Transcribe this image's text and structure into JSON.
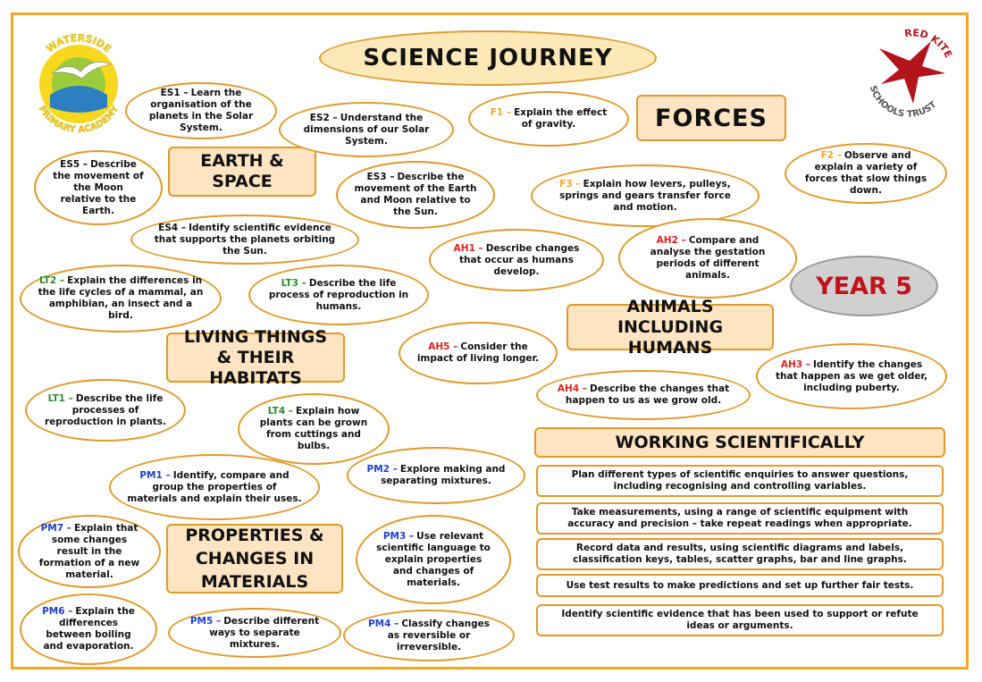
{
  "title": "SCIENCE JOURNEY",
  "year": "YEAR 5",
  "logos": {
    "left": {
      "top_text": "WATERSIDE",
      "bottom_text": "PRIMARY ACADEMY"
    },
    "right": {
      "top_text": "RED KITE",
      "bottom_text": "SCHOOLS TRUST"
    }
  },
  "headings": {
    "forces": "FORCES",
    "earth_space": "EARTH & SPACE",
    "animals": "ANIMALS INCLUDING HUMANS",
    "living_things": "LIVING THINGS & THEIR HABITATS",
    "materials": "PROPERTIES & CHANGES IN MATERIALS",
    "working": "WORKING SCIENTIFICALLY"
  },
  "objectives": {
    "ES1": {
      "code": "ES1 –",
      "text": "Learn the organisation of the planets in the Solar System."
    },
    "ES2": {
      "code": "ES2 –",
      "text": "Understand the dimensions of our Solar System."
    },
    "ES3": {
      "code": "ES3 –",
      "text": "Describe the movement of the Earth and Moon relative to the Sun."
    },
    "ES4": {
      "code": "ES4 –",
      "text": "Identify scientific evidence that supports the planets orbiting the Sun."
    },
    "ES5": {
      "code": "ES5 –",
      "text": "Describe the movement of the Moon relative to the Earth."
    },
    "F1": {
      "code": "F1 –",
      "text": "Explain the effect of gravity."
    },
    "F2": {
      "code": "F2 –",
      "text": "Observe and explain a variety of forces that slow things down."
    },
    "F3": {
      "code": "F3 –",
      "text": "Explain how levers, pulleys, springs and gears transfer force and motion."
    },
    "AH1": {
      "code": "AH1 –",
      "text": "Describe changes that occur as humans develop."
    },
    "AH2": {
      "code": "AH2 –",
      "text": "Compare and analyse the gestation periods of different animals."
    },
    "AH3": {
      "code": "AH3 –",
      "text": "Identify the changes that happen as we get older, including puberty."
    },
    "AH4": {
      "code": "AH4 –",
      "text": "Describe the changes that happen to us as we grow old."
    },
    "AH5": {
      "code": "AH5 –",
      "text": "Consider the impact of living longer."
    },
    "LT1": {
      "code": "LT1 –",
      "text": "Describe the life processes of reproduction in plants."
    },
    "LT2": {
      "code": "LT2 –",
      "text": "Explain the differences in the life cycles of a mammal, an amphibian, an insect and a bird."
    },
    "LT3": {
      "code": "LT3 –",
      "text": "Describe the life process of reproduction in humans."
    },
    "LT4": {
      "code": "LT4 –",
      "text": "Explain how plants can be grown from cuttings and bulbs."
    },
    "PM1": {
      "code": "PM1 –",
      "text": "Identify, compare and group the properties of materials and explain their uses."
    },
    "PM2": {
      "code": "PM2 –",
      "text": "Explore making and separating mixtures."
    },
    "PM3": {
      "code": "PM3 –",
      "text": "Use relevant scientific language to explain properties and changes of materials."
    },
    "PM4": {
      "code": "PM4 –",
      "text": "Classify changes as reversible or irreversible."
    },
    "PM5": {
      "code": "PM5 –",
      "text": "Describe different ways to separate mixtures."
    },
    "PM6": {
      "code": "PM6 –",
      "text": "Explain the differences between boiling and evaporation."
    },
    "PM7": {
      "code": "PM7 –",
      "text": "Explain that some changes result in the formation of a new material."
    }
  },
  "working_scientifically": [
    "Plan different types of scientific enquiries to answer questions, including recognising and controlling variables.",
    "Take measurements, using a range of scientific equipment with accuracy and precision – take repeat readings when appropriate.",
    "Record data and results, using scientific diagrams and labels, classification keys, tables, scatter graphs, bar and line graphs.",
    "Use test results to make predictions and set up further fair tests.",
    "Identify scientific evidence that has been used to support or refute ideas or arguments."
  ],
  "colors": {
    "border": "#f5a623",
    "forces_code": "#f5a623",
    "animals_code": "#e02020",
    "living_code": "#2e8b2e",
    "materials_code": "#1f3fcc"
  }
}
